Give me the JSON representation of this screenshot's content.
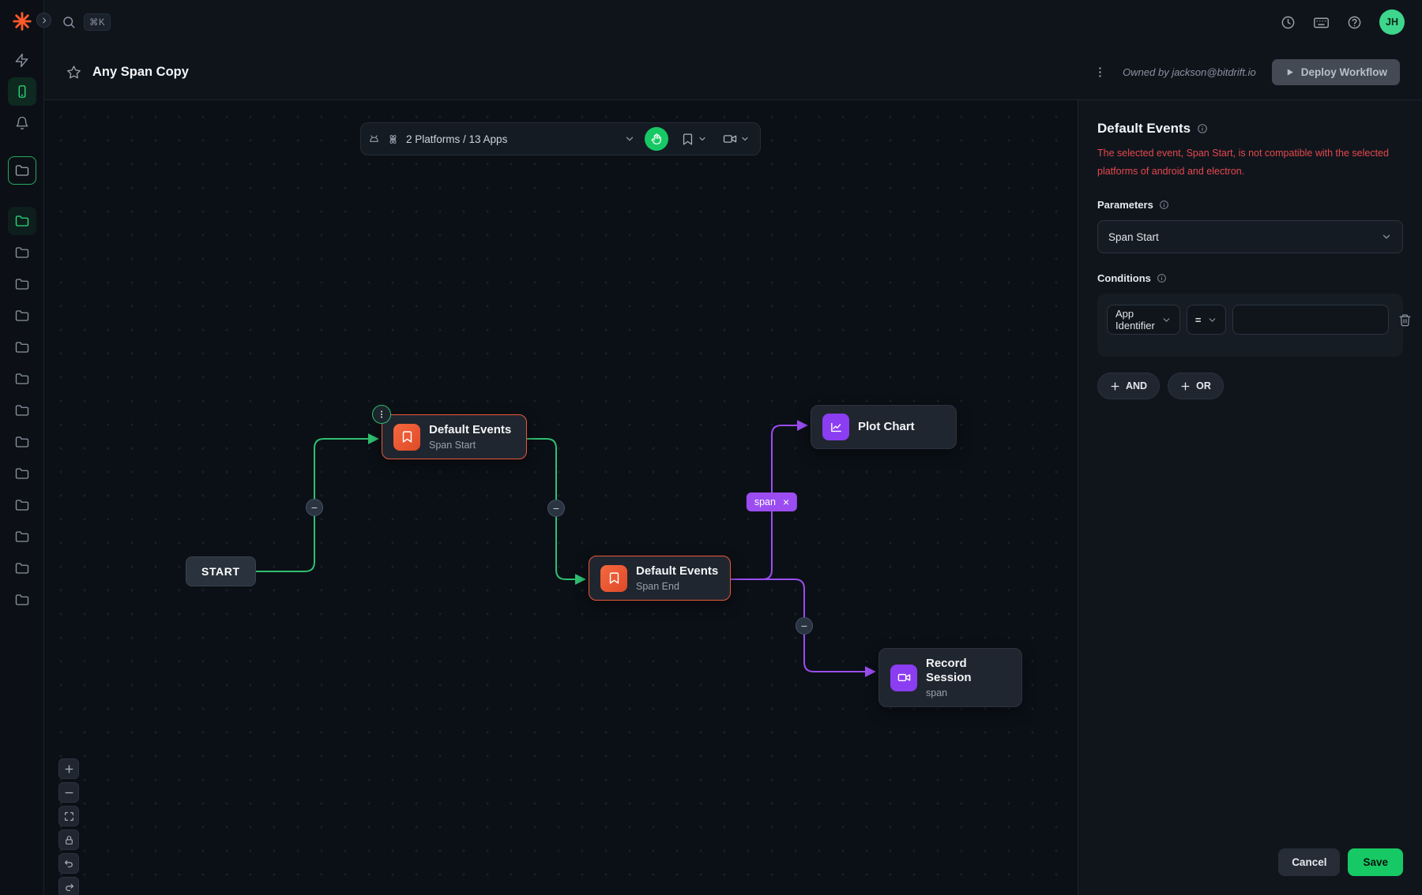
{
  "topbar": {
    "search_shortcut": "⌘K"
  },
  "user": {
    "initials": "JH"
  },
  "header": {
    "title": "Any Span Copy",
    "owner": "Owned by jackson@bitdrift.io",
    "deploy_label": "Deploy Workflow"
  },
  "toolbar": {
    "platforms_label": "2 Platforms / 13 Apps"
  },
  "workflow": {
    "start_label": "START",
    "span_start": {
      "title": "Default Events",
      "subtitle": "Span Start"
    },
    "span_end": {
      "title": "Default Events",
      "subtitle": "Span End"
    },
    "plot_chart": {
      "title": "Plot Chart"
    },
    "record_session": {
      "title": "Record Session",
      "subtitle": "span"
    },
    "edge_badge": "span",
    "collapse_glyph": "−",
    "close_glyph": "×",
    "menu_glyph": "⋮"
  },
  "panel": {
    "title": "Default Events",
    "warning": "The selected event, Span Start, is not compatible with the selected platforms of android and electron.",
    "parameters_label": "Parameters",
    "parameter_value": "Span Start",
    "conditions_label": "Conditions",
    "condition_field": "App Identifier",
    "condition_operator": "=",
    "condition_value": "",
    "and_label": "AND",
    "or_label": "OR",
    "cancel_label": "Cancel",
    "save_label": "Save"
  },
  "colors": {
    "accent_green": "#17c964",
    "warning_red": "#e5484d",
    "selected_node_orange": "#e8593b",
    "edge_green": "#2fbf71",
    "edge_purple": "#9b4df2"
  }
}
